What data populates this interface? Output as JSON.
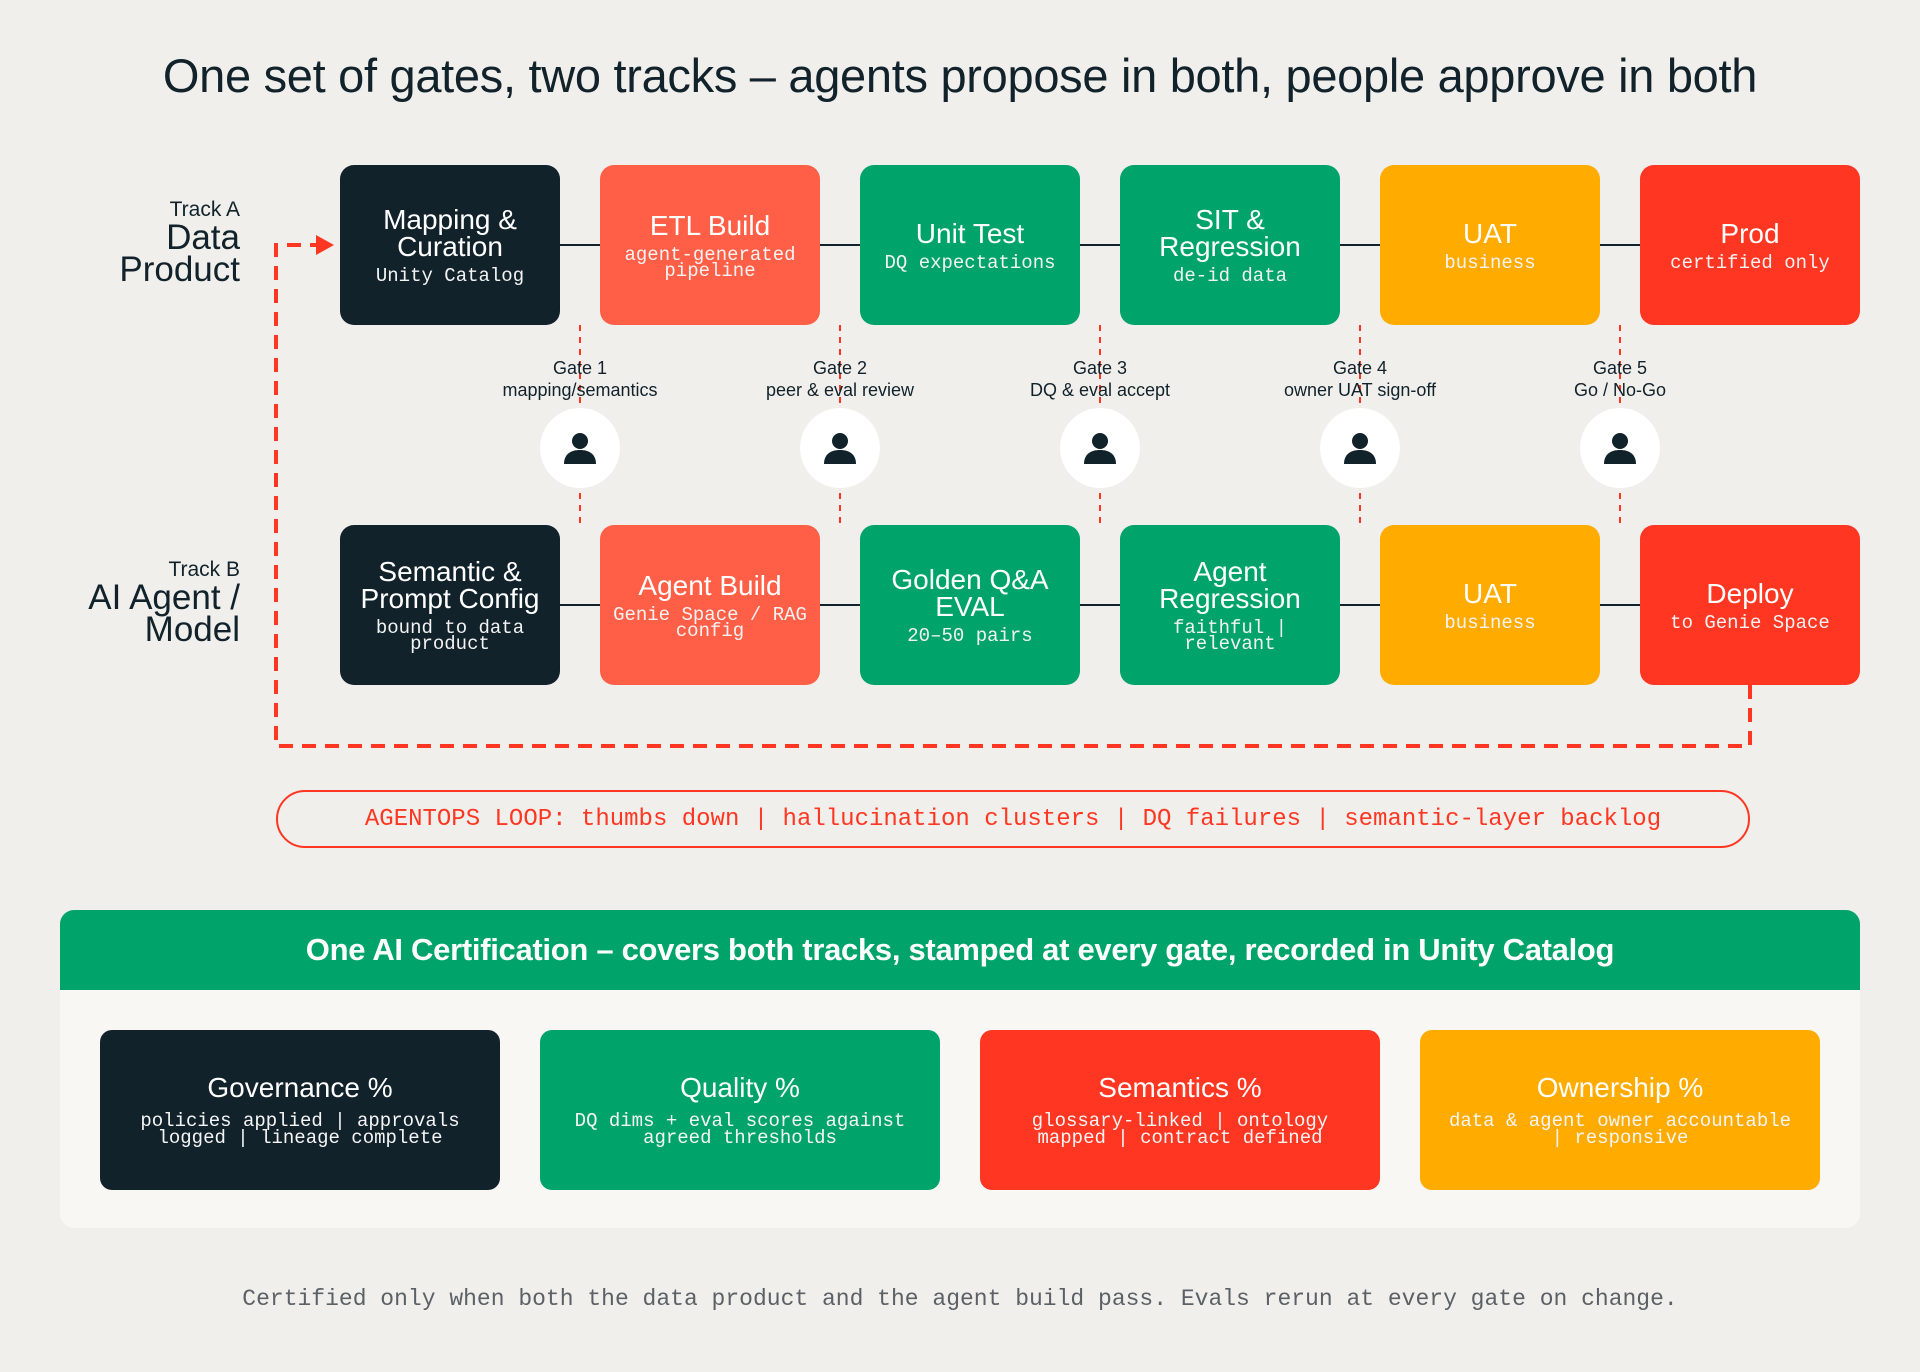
{
  "title": "One set of gates, two tracks – agents propose in both, people approve in both",
  "track_a": {
    "label_small": "Track A",
    "label_big": [
      "Data",
      "Product"
    ],
    "stages": [
      {
        "title": "Mapping & Curation",
        "sub": "Unity Catalog",
        "color": "#12222b"
      },
      {
        "title": "ETL Build",
        "sub": "agent-generated pipeline",
        "color": "#ff5f46"
      },
      {
        "title": "Unit Test",
        "sub": "DQ expectations",
        "color": "#00a46b"
      },
      {
        "title": "SIT & Regression",
        "sub": "de-id data",
        "color": "#00a46b"
      },
      {
        "title": "UAT",
        "sub": "business",
        "color": "#ffab00"
      },
      {
        "title": "Prod",
        "sub": "certified only",
        "color": "#ff3621"
      }
    ]
  },
  "track_b": {
    "label_small": "Track B",
    "label_big": [
      "AI Agent /",
      "Model"
    ],
    "stages": [
      {
        "title": "Semantic & Prompt Config",
        "sub": "bound to data product",
        "color": "#12222b"
      },
      {
        "title": "Agent Build",
        "sub": "Genie Space / RAG config",
        "color": "#ff5f46"
      },
      {
        "title": "Golden Q&A EVAL",
        "sub": "20–50 pairs",
        "color": "#00a46b"
      },
      {
        "title": "Agent Regression",
        "sub": "faithful | relevant",
        "color": "#00a46b"
      },
      {
        "title": "UAT",
        "sub": "business",
        "color": "#ffab00"
      },
      {
        "title": "Deploy",
        "sub": "to Genie Space",
        "color": "#ff3621"
      }
    ]
  },
  "gates": [
    {
      "name": "Gate 1",
      "desc": "mapping/semantics",
      "icon": "person-icon"
    },
    {
      "name": "Gate 2",
      "desc": "peer & eval review",
      "icon": "person-icon"
    },
    {
      "name": "Gate 3",
      "desc": "DQ & eval accept",
      "icon": "person-icon"
    },
    {
      "name": "Gate 4",
      "desc": "owner UAT sign-off",
      "icon": "person-icon"
    },
    {
      "name": "Gate 5",
      "desc": "Go / No-Go",
      "icon": "person-icon"
    }
  ],
  "loop": {
    "text": "AGENTOPS LOOP: thumbs down | hallucination clusters | DQ failures | semantic-layer backlog"
  },
  "certification": {
    "header": "One AI Certification – covers both tracks, stamped at every gate, recorded in Unity Catalog",
    "cards": [
      {
        "title": "Governance %",
        "sub": "policies applied | approvals logged | lineage complete",
        "color": "#12222b"
      },
      {
        "title": "Quality %",
        "sub": "DQ dims + eval scores against agreed thresholds",
        "color": "#00a46b"
      },
      {
        "title": "Semantics %",
        "sub": "glossary-linked | ontology mapped | contract defined",
        "color": "#ff3621"
      },
      {
        "title": "Ownership %",
        "sub": "data & agent owner accountable | responsive",
        "color": "#ffab00"
      }
    ]
  },
  "footnote": "Certified only when both the data product and the agent build pass. Evals rerun at every gate on change.",
  "colors": {
    "dark": "#12222b",
    "coral": "#ff5f46",
    "green": "#00a46b",
    "amber": "#ffab00",
    "red": "#ff3621",
    "background": "#f0efec"
  }
}
